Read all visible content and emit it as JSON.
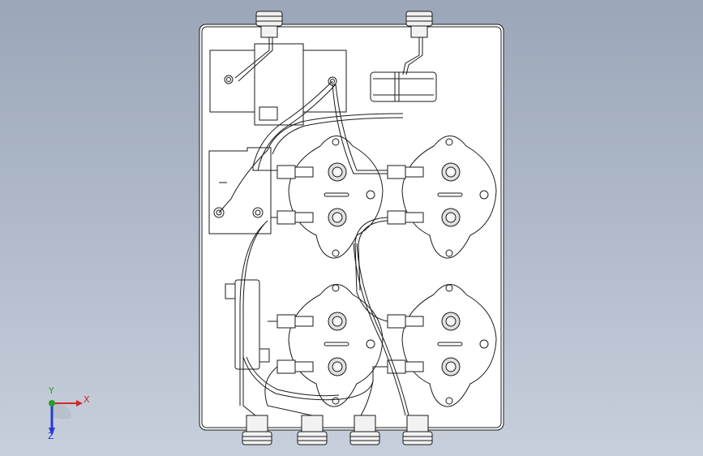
{
  "viewport": {
    "background_top": "#9ba6b8",
    "background_bottom": "#c7cfdc",
    "model_stroke": "#1a1a1a",
    "model_fill": "#ffffff"
  },
  "triad": {
    "x_label": "X",
    "y_label": "Y",
    "z_label": "Z",
    "x_color": "#d12a2a",
    "y_color": "#2a9a2a",
    "z_color": "#2a3ad1"
  }
}
